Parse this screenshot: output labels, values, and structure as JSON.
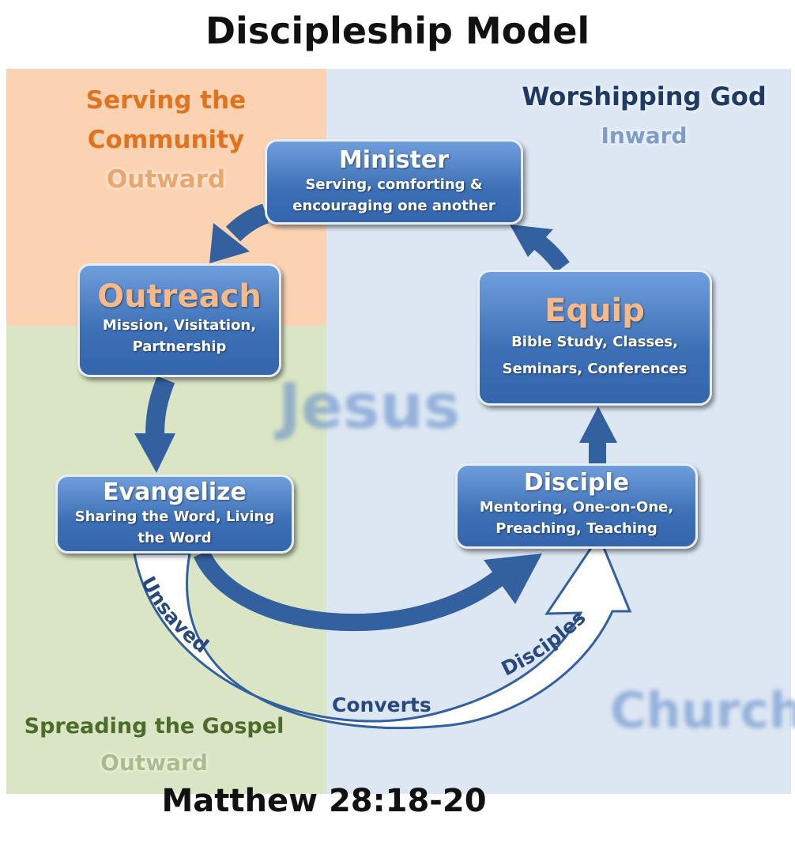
{
  "title": "Discipleship Model",
  "footer": "Matthew 28:18-20",
  "quadrants": {
    "top_left": {
      "line1": "Serving the",
      "line2": "Community",
      "sub": "Outward"
    },
    "right": {
      "title": "Worshipping God",
      "sub": "Inward"
    },
    "bottom_left": {
      "title": "Spreading the Gospel",
      "sub": "Outward"
    }
  },
  "watermarks": {
    "center": "Jesus",
    "bottom_right": "Church"
  },
  "boxes": {
    "minister": {
      "title": "Minister",
      "line1": "Serving, comforting &",
      "line2": "encouraging one another"
    },
    "outreach": {
      "title": "Outreach",
      "line1": "Mission, Visitation,",
      "line2": "Partnership"
    },
    "equip": {
      "title": "Equip",
      "line1": "Bible Study, Classes,",
      "line2": "Seminars, Conferences"
    },
    "evangelize": {
      "title": "Evangelize",
      "line1": "Sharing the Word, Living",
      "line2": "the Word"
    },
    "disciple": {
      "title": "Disciple",
      "line1": "Mentoring, One-on-One,",
      "line2": "Preaching, Teaching"
    }
  },
  "arrow_labels": {
    "unsaved": "Unsaved",
    "converts": "Converts",
    "disciples": "Disciples"
  },
  "colors": {
    "box_fill": "#4a7cc0",
    "arrow_blue": "#33609f",
    "serving_orange": "#e07320",
    "worship_navy": "#1f3b63",
    "gospel_green": "#4d6b2a",
    "equip_title": "#f6b98a"
  }
}
